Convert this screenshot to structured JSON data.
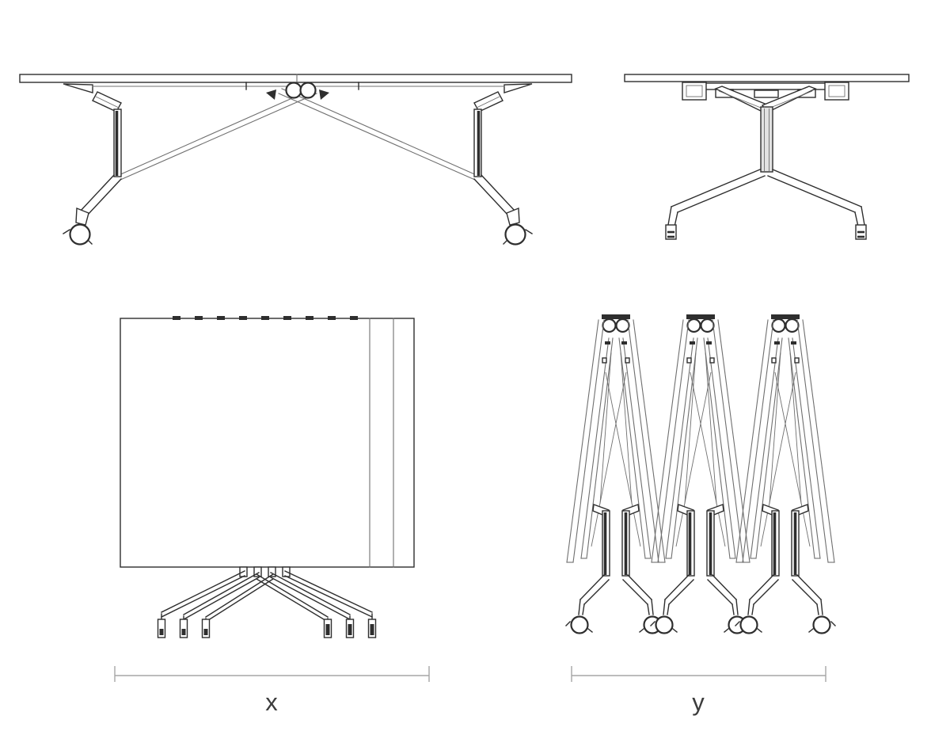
{
  "figure": {
    "background": "#ffffff",
    "colors": {
      "line": "#2e2e2e",
      "line_light": "#6f6f6f",
      "dimension": "#a6a6a6",
      "label": "#3c3c3c"
    },
    "views": {
      "side": {
        "name": "table-side-view-unfolded"
      },
      "end": {
        "name": "table-end-view"
      },
      "folded_front": {
        "name": "folded-table-front-view"
      },
      "nested_side": {
        "name": "nested-folded-tables-side-view"
      }
    },
    "dimensions": {
      "x": {
        "label": "x"
      },
      "y": {
        "label": "y"
      }
    }
  }
}
